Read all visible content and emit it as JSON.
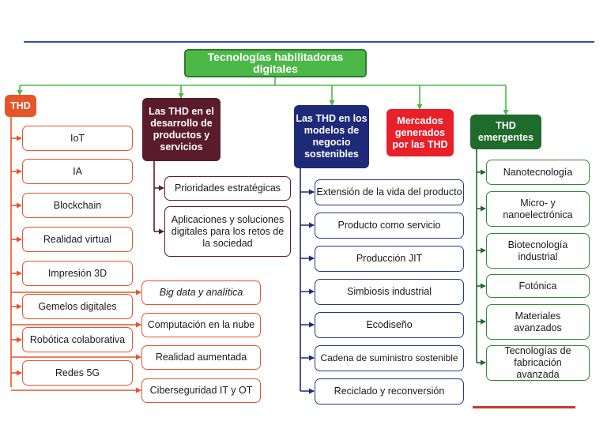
{
  "title": "Tecnologías habilitadoras digitales",
  "colors": {
    "orange": "#e8542a",
    "maroon": "#5a1c2c",
    "navy": "#1e2a78",
    "red": "#e8202a",
    "green": "#1f6b2b",
    "root": "#4cb848"
  },
  "thd": {
    "header": "THD",
    "left_items": [
      "IoT",
      "IA",
      "Blockchain",
      "Realidad virtual",
      "Impresión 3D",
      "Gemelos digitales",
      "Robótica colaborativa",
      "Redes 5G"
    ],
    "right_items": [
      "Big data y analítica",
      "Computación en la nube",
      "Realidad aumentada",
      "Ciberseguridad IT y OT"
    ]
  },
  "productos": {
    "header": "Las THD en el desarrollo de productos y servicios",
    "items": [
      "Prioridades estratégicas",
      "Aplicaciones y soluciones digitales para los retos de la sociedad"
    ]
  },
  "modelos": {
    "header": "Las THD en los modelos de negocio sostenibles",
    "items": [
      "Extensión de la vida del producto",
      "Producto como servicio",
      "Producción JIT",
      "Simbiosis industrial",
      "Ecodiseño",
      "Cadena de suministro sostenible",
      "Reciclado y reconversión"
    ]
  },
  "mercados": {
    "header": "Mercados generados por las THD"
  },
  "emergentes": {
    "header": "THD emergentes",
    "items": [
      "Nanotecnología",
      "Micro- y nanoelectrónica",
      "Biotecnología industrial",
      "Fotónica",
      "Materiales avanzados",
      "Tecnologías de fabricación avanzada"
    ]
  }
}
